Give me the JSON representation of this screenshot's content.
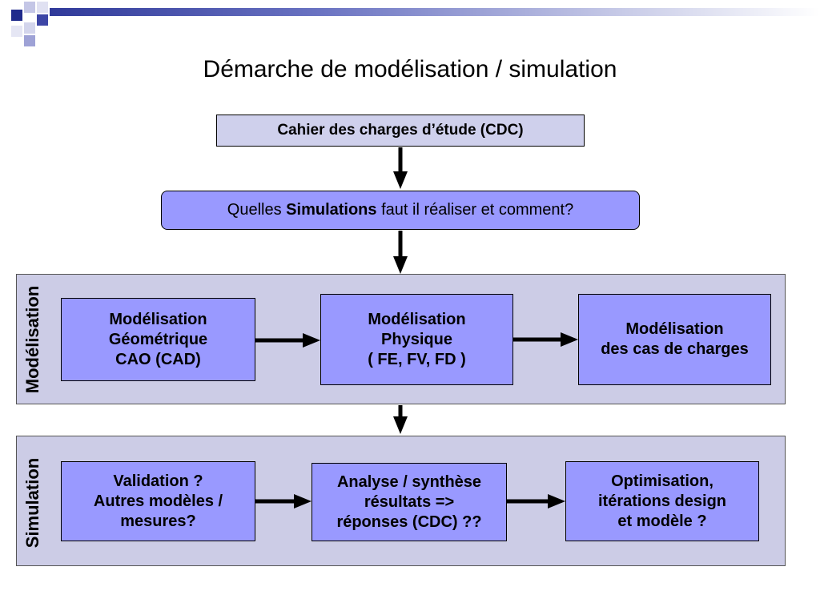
{
  "title": "Démarche de modélisation / simulation",
  "cdc_box": {
    "label": "Cahier des charges d’étude (CDC)"
  },
  "question_box": {
    "prefix": "Quelles ",
    "bold": "Simulations",
    "suffix": " faut il réaliser et comment?"
  },
  "modelisation": {
    "section_label": "Modélisation",
    "boxes": [
      {
        "lines": [
          "Modélisation",
          "Géométrique",
          "CAO (CAD)"
        ]
      },
      {
        "lines": [
          "Modélisation",
          "Physique",
          "( FE, FV, FD )"
        ]
      },
      {
        "lines": [
          "Modélisation",
          "des cas de charges"
        ]
      }
    ]
  },
  "simulation": {
    "section_label": "Simulation",
    "boxes": [
      {
        "lines": [
          "Validation ?",
          "Autres modèles /",
          "mesures?"
        ]
      },
      {
        "lines": [
          "Analyse / synthèse",
          "résultats =>",
          "réponses (CDC) ??"
        ]
      },
      {
        "lines": [
          "Optimisation,",
          "itérations design",
          "et modèle ?"
        ]
      }
    ]
  },
  "colors": {
    "box_fill": "#9999ff",
    "section_fill": "#cccce6",
    "cdc_fill": "#cfd0ec",
    "accent": "#303a9a"
  }
}
